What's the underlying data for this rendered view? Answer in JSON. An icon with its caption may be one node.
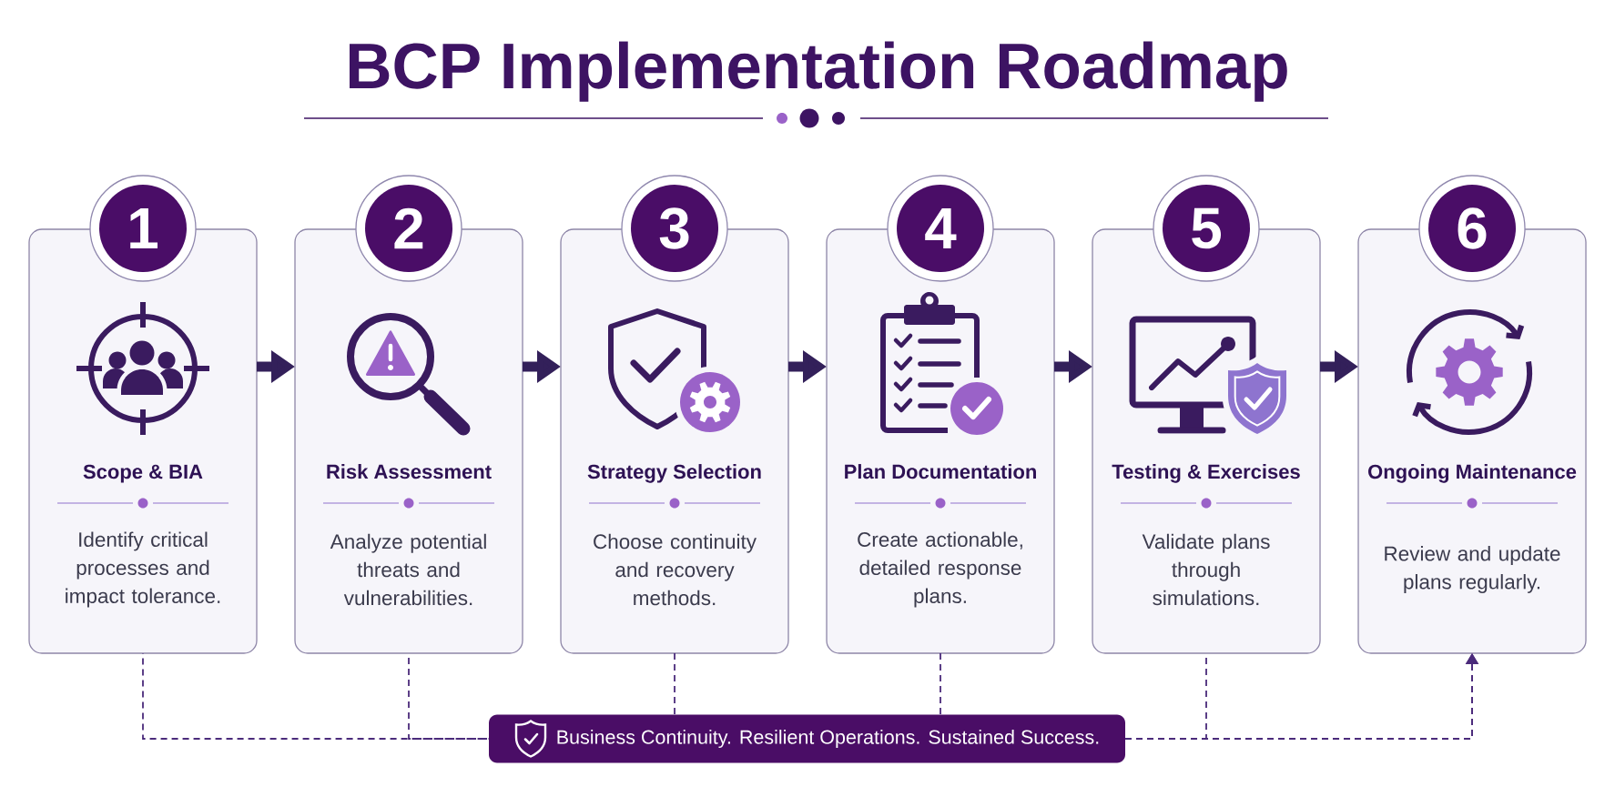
{
  "diagram": {
    "title": "BCP Implementation Roadmap",
    "nodes": [
      {
        "text": [
          "1"
        ]
      },
      {
        "text": [
          "Scope & BIA",
          "Identify critical processes and impact tolerance."
        ]
      },
      {
        "text": [
          "2"
        ]
      },
      {
        "text": [
          "Risk Assessment",
          "Analyze potential threats and vulnerabilities."
        ]
      },
      {
        "text": [
          "3"
        ]
      },
      {
        "text": [
          "Strategy Selection",
          "Choose continuity and recovery methods."
        ]
      },
      {
        "text": [
          "4"
        ]
      },
      {
        "text": [
          "Plan Documentation",
          "Create actionable, detailed response plans."
        ]
      },
      {
        "text": [
          "5"
        ]
      },
      {
        "text": [
          "Testing & Exercises",
          "Validate plans through simulations."
        ]
      },
      {
        "text": [
          "6"
        ]
      },
      {
        "text": [
          "Ongoing Maintenance",
          "Review and update plans regularly."
        ]
      },
      {
        "text": [
          "Business Continuity. Resilient Operations. Sustained Success."
        ]
      }
    ],
    "edges": [
      {
        "from": 1,
        "to": 3,
        "arrow": "to",
        "style": "thick"
      },
      {
        "from": 3,
        "to": 5,
        "arrow": "to",
        "style": "thick"
      },
      {
        "from": 5,
        "to": 7,
        "arrow": "to",
        "style": "thick"
      },
      {
        "from": 7,
        "to": 9,
        "arrow": "to",
        "style": "thick"
      },
      {
        "from": 9,
        "to": 11,
        "arrow": "to",
        "style": "thick"
      },
      {
        "from": 1,
        "to": 12,
        "arrow": "none",
        "style": "dashed"
      },
      {
        "from": 3,
        "to": 12,
        "arrow": "none",
        "style": "dashed"
      },
      {
        "from": 5,
        "to": 12,
        "arrow": "none",
        "style": "dashed"
      },
      {
        "from": 7,
        "to": 12,
        "arrow": "none",
        "style": "dashed"
      },
      {
        "from": 12,
        "to": 11,
        "arrow": "to",
        "style": "dashed"
      },
      {
        "from": 9,
        "to": 11,
        "arrow": "to",
        "style": "dashed"
      }
    ]
  }
}
